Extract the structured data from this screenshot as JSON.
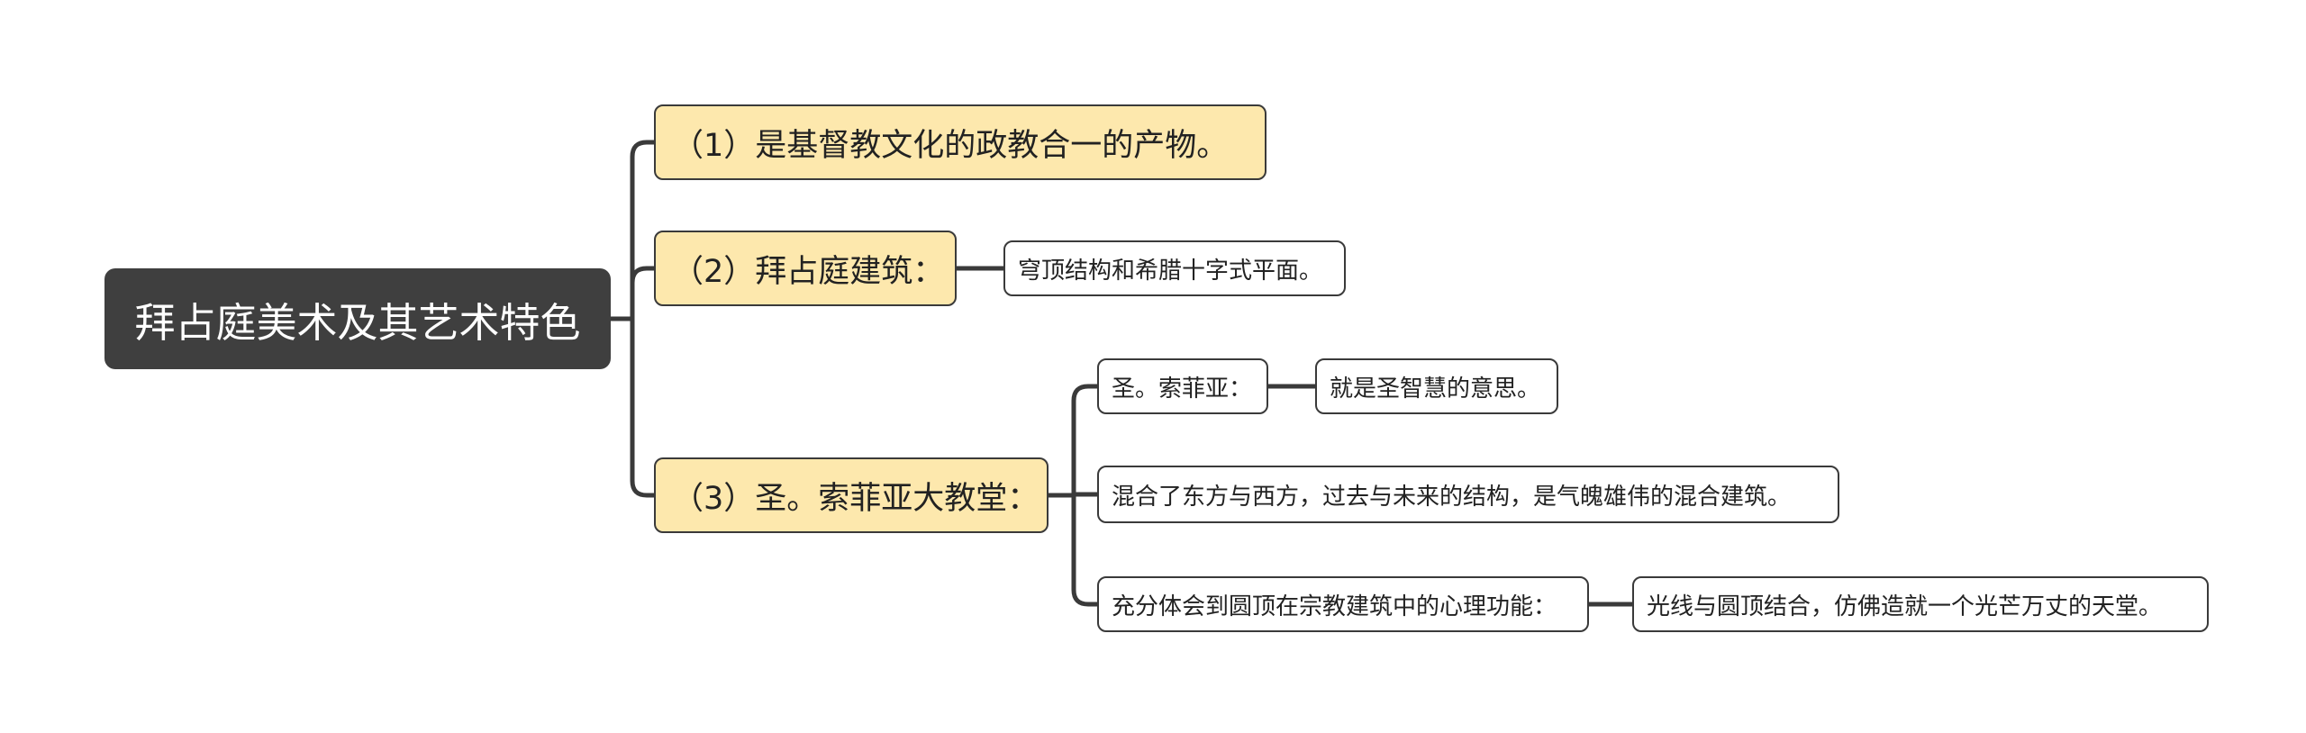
{
  "mindmap": {
    "root": {
      "label": "拜占庭美术及其艺术特色"
    },
    "branches": [
      {
        "label": "（1）是基督教文化的政教合一的产物。",
        "children": []
      },
      {
        "label": "（2）拜占庭建筑：",
        "children": [
          {
            "label": "穹顶结构和希腊十字式平面。"
          }
        ]
      },
      {
        "label": "（3）圣。索菲亚大教堂：",
        "children": [
          {
            "label": "圣。索菲亚：",
            "children": [
              {
                "label": "就是圣智慧的意思。"
              }
            ]
          },
          {
            "label": "混合了东方与西方，过去与未来的结构，是气魄雄伟的混合建筑。"
          },
          {
            "label": "充分体会到圆顶在宗教建筑中的心理功能：",
            "children": [
              {
                "label": "光线与圆顶结合，仿佛造就一个光芒万丈的天堂。"
              }
            ]
          }
        ]
      }
    ]
  },
  "colors": {
    "root_bg": "#3f3f3f",
    "branch_bg": "#fde8ad",
    "connector": "#3a3a3a"
  }
}
